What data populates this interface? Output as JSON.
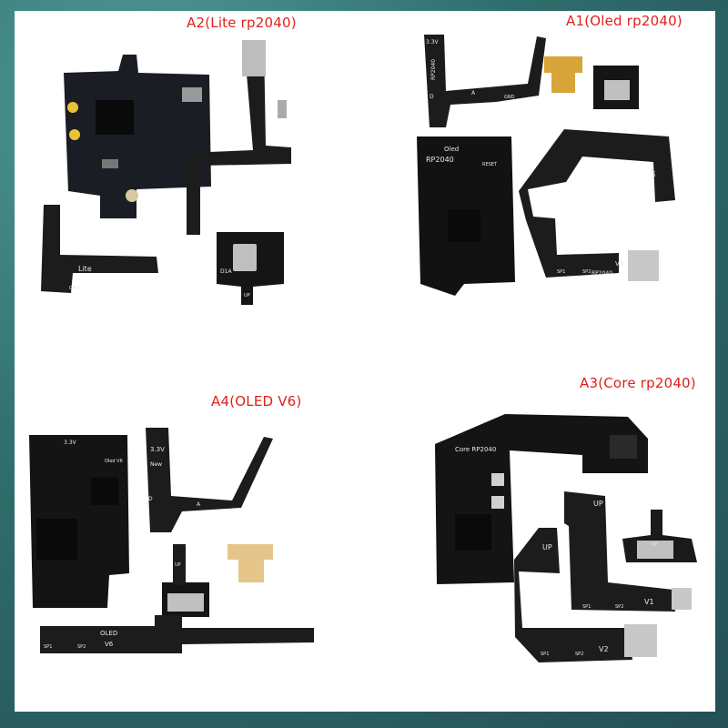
{
  "quadrants": {
    "top_left": {
      "title": "A2(Lite rp2040)",
      "texts": {
        "lite": "Lite",
        "gnd": "GND",
        "d1a": "D1A",
        "up": "UP"
      }
    },
    "top_right": {
      "title": "A1(Oled rp2040)",
      "texts": {
        "v33": "3.3V",
        "rp": "RP2040",
        "oled": "Oled",
        "rp2": "RP2040",
        "reset": "RESET",
        "up": "UP",
        "v3": "V3",
        "rp3": "RP2040",
        "sp1": "SP1",
        "sp2": "SP2",
        "a": "A",
        "gnd": "GND",
        "d": "D"
      }
    },
    "bottom_left": {
      "title": "A4(OLED V6)",
      "texts": {
        "v33": "3.3V",
        "oledv6": "Oled V6",
        "v33b": "3.3V",
        "new": "New",
        "up": "UP",
        "a": "A",
        "d": "D",
        "sp1": "SP1",
        "sp2": "SP2",
        "oled": "OLED",
        "v6": "V6"
      }
    },
    "bottom_right": {
      "title": "A3(Core rp2040)",
      "texts": {
        "core": "Core RP2040",
        "up1": "UP",
        "up2": "UP",
        "sp1a": "SP1",
        "sp2a": "SP2",
        "v1": "V1",
        "sp1b": "SP1",
        "sp2b": "SP2",
        "v2": "V2",
        "up3": "UP"
      }
    }
  },
  "colors": {
    "title_red": "#e0201c",
    "board_black": "#151515",
    "flex_black": "#1c1c1c",
    "gold": "#c9a24a",
    "silver": "#c8c8c8",
    "background": "#2f6e6c"
  }
}
